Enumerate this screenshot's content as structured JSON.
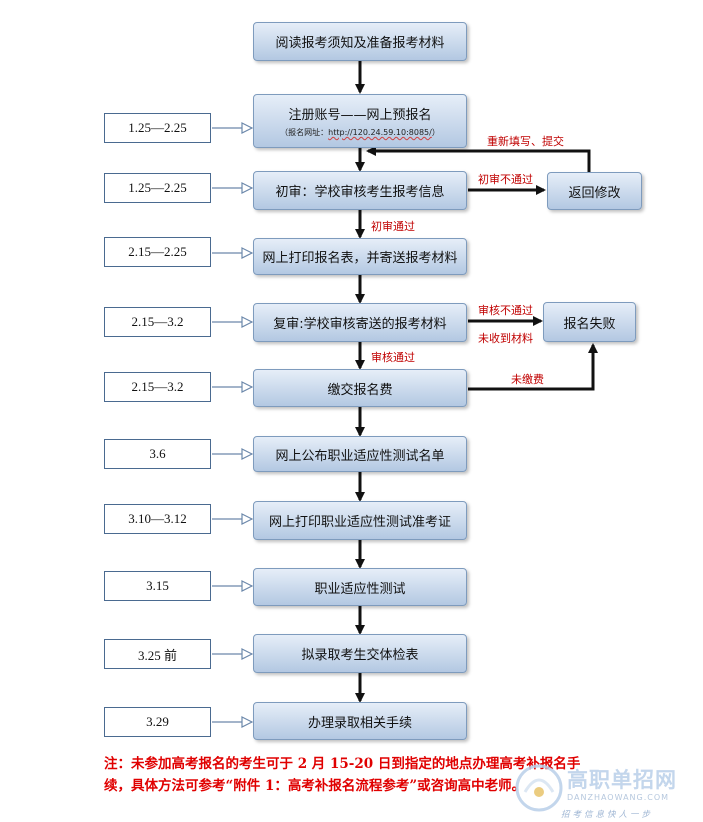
{
  "flow": {
    "steps": [
      {
        "text": "阅读报考须知及准备报考材料"
      },
      {
        "text": "注册账号——网上预报名",
        "sub_prefix": "（报名网址：",
        "sub_url": "http://120.24.59.10:8085/",
        "sub_suffix": "）"
      },
      {
        "text": "初审：学校审核考生报考信息"
      },
      {
        "text": "网上打印报名表，并寄送报考材料"
      },
      {
        "text": "复审:学校审核寄送的报考材料"
      },
      {
        "text": "缴交报名费"
      },
      {
        "text": "网上公布职业适应性测试名单"
      },
      {
        "text": "网上打印职业适应性测试准考证"
      },
      {
        "text": "职业适应性测试"
      },
      {
        "text": "拟录取考生交体检表"
      },
      {
        "text": "办理录取相关手续"
      }
    ],
    "side_boxes": {
      "modify": "返回修改",
      "fail": "报名失败"
    },
    "dates": [
      "1.25—2.25",
      "1.25—2.25",
      "2.15—2.25",
      "2.15—3.2",
      "2.15—3.2",
      "3.6",
      "3.10—3.12",
      "3.15",
      "3.25 前",
      "3.29"
    ],
    "labels": {
      "refill": "重新填写、提交",
      "initial_fail": "初审不通过",
      "initial_pass": "初审通过",
      "review_fail": "审核不通过",
      "not_received": "未收到材料",
      "review_pass": "审核通过",
      "unpaid": "未缴费"
    }
  },
  "note": "注：未参加高考报名的考生可于 2 月 15-20 日到指定的地点办理高考补报名手续，具体方法可参考“附件 1：高考补报名流程参考”或咨询高中老师。",
  "watermark": {
    "title": "高职单招网",
    "domain": "DANZHAOWANG.COM",
    "slogan": "招考信息快人一步"
  },
  "colors": {
    "arrow": "#111111",
    "label_red": "#c00000",
    "note_red": "#e00000",
    "box_top": "#e6eef8",
    "box_bottom": "#b3c8e2"
  }
}
